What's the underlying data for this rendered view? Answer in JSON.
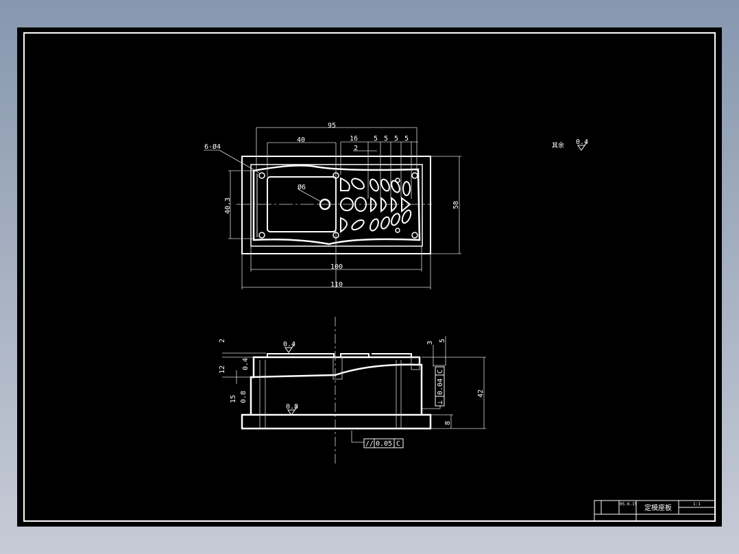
{
  "drawing": {
    "background_color": "#000000",
    "line_color": "#ffffff",
    "top_view": {
      "dims": {
        "overall_hole_span": "95",
        "window_width": "40",
        "d16": "16",
        "d2": "2",
        "d5a": "5",
        "d5b": "5",
        "d5c": "5",
        "d5d": "5",
        "inner_width": "100",
        "overall_width": "110",
        "overall_height": "58",
        "inner_height": "40.3"
      },
      "hole_callout": "6-Ø4",
      "center_hole": "Ø6"
    },
    "front_view": {
      "dims": {
        "total_height": "42",
        "base_height": "8",
        "d2_top": "2",
        "d12": "12",
        "d15": "15",
        "d3": "3",
        "d5": "5"
      },
      "roughness": {
        "top": "0.4",
        "left_upper": "0.4",
        "left_lower": "0.8",
        "bottom": "0.8"
      },
      "tolerance_parallel": {
        "symbol": "//",
        "value": "0.05",
        "datum": "C"
      },
      "tolerance_perpendicular": {
        "symbol": "⊥",
        "value": "0.04",
        "datum": "C"
      }
    },
    "general_note": {
      "label": "其余",
      "roughness": "0.4"
    },
    "title_block": {
      "part_name": "定模座板",
      "scale": "1:1",
      "date": "05.6.15"
    }
  }
}
